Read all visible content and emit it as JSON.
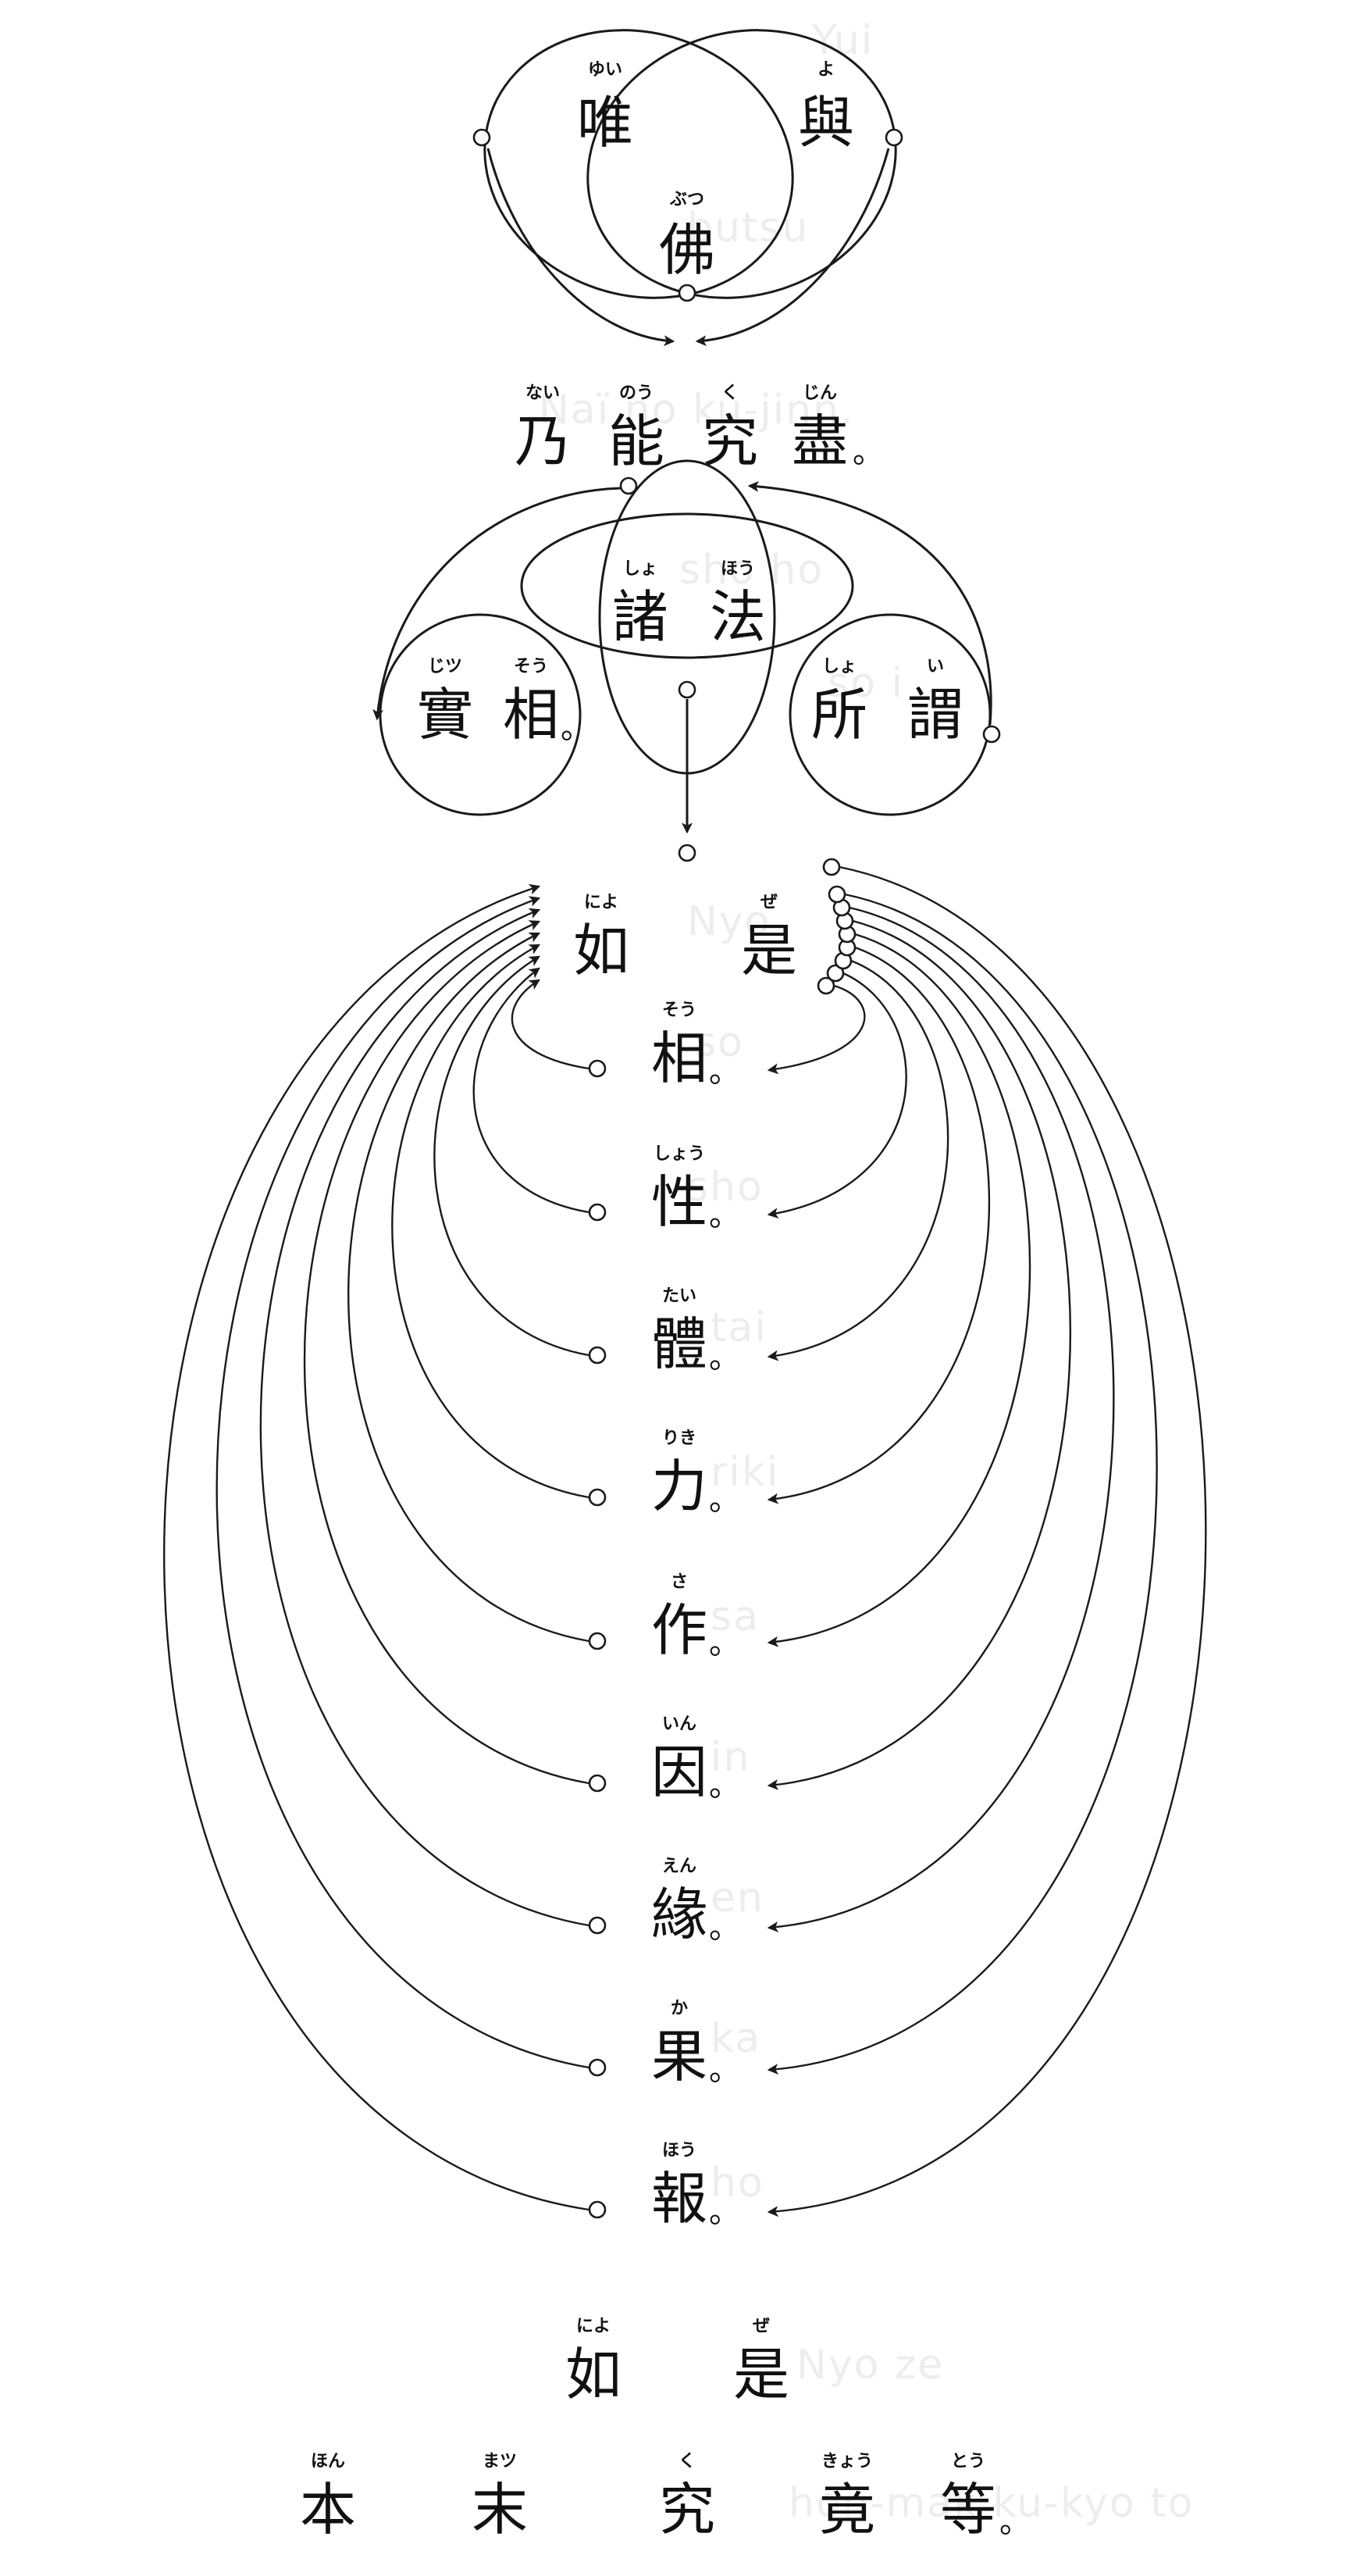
{
  "top_group": {
    "yui": {
      "kanji": "唯",
      "ruby": "ゆい"
    },
    "yo": {
      "kanji": "與",
      "ruby": "よ"
    },
    "butsu": {
      "kanji": "佛",
      "ruby": "ぶつ"
    }
  },
  "line2": {
    "chars": [
      {
        "kanji": "乃",
        "ruby": "ない"
      },
      {
        "kanji": "能",
        "ruby": "のう"
      },
      {
        "kanji": "究",
        "ruby": "く"
      },
      {
        "kanji": "盡",
        "ruby": "じん"
      }
    ],
    "end_mark": "。"
  },
  "middle_group": {
    "shoho": [
      {
        "kanji": "諸",
        "ruby": "しょ"
      },
      {
        "kanji": "法",
        "ruby": "ほう"
      }
    ],
    "jisso": [
      {
        "kanji": "實",
        "ruby": "じツ"
      },
      {
        "kanji": "相",
        "ruby": "そう"
      }
    ],
    "jisso_mark": "。",
    "shoi": [
      {
        "kanji": "所",
        "ruby": "しょ"
      },
      {
        "kanji": "謂",
        "ruby": "い"
      }
    ]
  },
  "nyoze_header": [
    {
      "kanji": "如",
      "ruby": "によ"
    },
    {
      "kanji": "是",
      "ruby": "ぜ"
    }
  ],
  "ten_factors": [
    {
      "kanji": "相",
      "ruby": "そう",
      "mark": "。"
    },
    {
      "kanji": "性",
      "ruby": "しょう",
      "mark": "。"
    },
    {
      "kanji": "體",
      "ruby": "たい",
      "mark": "。"
    },
    {
      "kanji": "力",
      "ruby": "りき",
      "mark": "。"
    },
    {
      "kanji": "作",
      "ruby": "さ",
      "mark": "。"
    },
    {
      "kanji": "因",
      "ruby": "いん",
      "mark": "。"
    },
    {
      "kanji": "緣",
      "ruby": "えん",
      "mark": "。"
    },
    {
      "kanji": "果",
      "ruby": "か",
      "mark": "。"
    },
    {
      "kanji": "報",
      "ruby": "ほう",
      "mark": "。"
    }
  ],
  "nyoze_footer": [
    {
      "kanji": "如",
      "ruby": "によ"
    },
    {
      "kanji": "是",
      "ruby": "ぜ"
    }
  ],
  "final_line": {
    "chars": [
      {
        "kanji": "本",
        "ruby": "ほん"
      },
      {
        "kanji": "末",
        "ruby": "まツ"
      },
      {
        "kanji": "究",
        "ruby": "く"
      },
      {
        "kanji": "竟",
        "ruby": "きょう"
      },
      {
        "kanji": "等",
        "ruby": "とう"
      }
    ],
    "end_mark": "。"
  },
  "romaji_ghost": [
    "Yui",
    "butsu",
    "Naï no ku-jinn.",
    "sho ho",
    "so i",
    "Nyo",
    "so",
    "sho",
    "tai",
    "riki",
    "sa",
    "in",
    "en",
    "ka",
    "ho",
    "Nyo ze",
    "hon-mak ku-kyo to"
  ]
}
